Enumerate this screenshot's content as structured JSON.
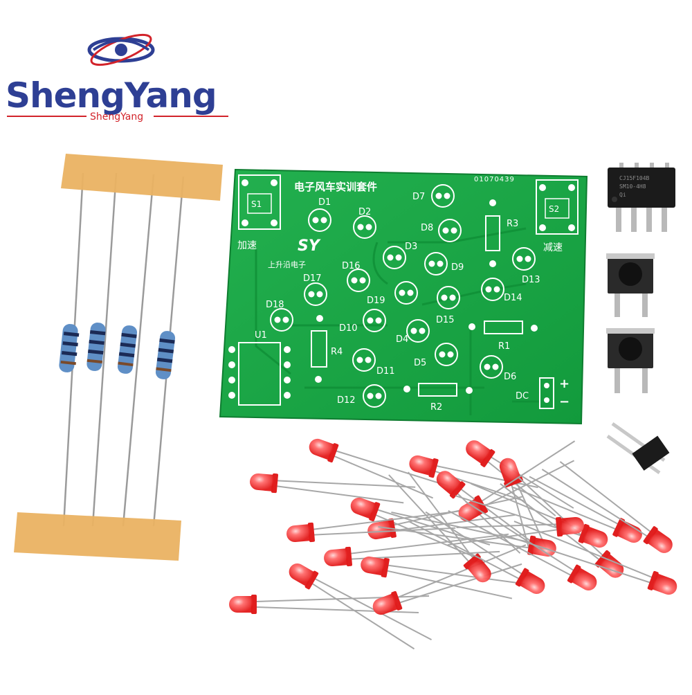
{
  "brand": {
    "name": "ShengYang",
    "subtitle": "ShengYang",
    "colors": {
      "primary": "#2e3f94",
      "accent": "#d2232a"
    }
  },
  "pcb": {
    "title": "电子风车实训套件",
    "serial": "01070439",
    "switch_labels": {
      "left": "加速",
      "right": "减速"
    },
    "company": "上升沿电子",
    "logo_mark": "SY",
    "components": {
      "switches": [
        "S1",
        "S2"
      ],
      "chip": "U1",
      "resistors": [
        "R1",
        "R2",
        "R3",
        "R4"
      ],
      "diodes": [
        "D1",
        "D2",
        "D3",
        "D4",
        "D5",
        "D6",
        "D7",
        "D8",
        "D9",
        "D10",
        "D11",
        "D12",
        "D13",
        "D14",
        "D15",
        "D16",
        "D17",
        "D18",
        "D19"
      ],
      "power": "DC",
      "plus": "+",
      "minus": "−"
    }
  },
  "parts": {
    "resistor_count": 4,
    "led_color": "red",
    "ic_marking": [
      "CJ15F104B",
      "SM10-4H8",
      "Qi"
    ],
    "push_buttons": 2,
    "header_pins": 2
  },
  "colors": {
    "pcb": "#1ba346",
    "pcb_trace": "#159038",
    "led": "#f02828",
    "tape": "#eab262",
    "resistor": "#5f8fc6"
  }
}
